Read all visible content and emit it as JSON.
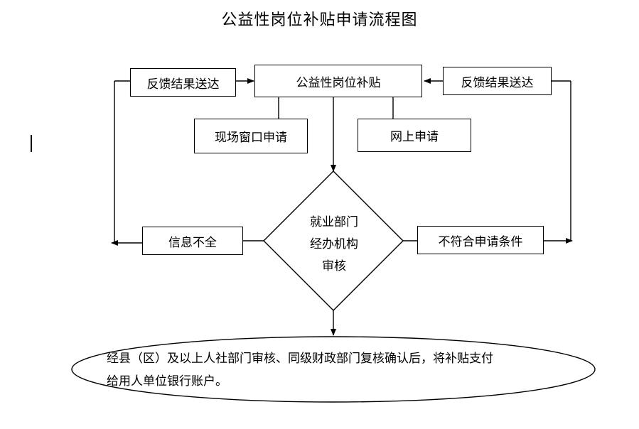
{
  "title": "公益性岗位补贴申请流程图",
  "nodes": {
    "main": "公益性岗位补贴",
    "feedback_left": "反馈结果送达",
    "feedback_right": "反馈结果送达",
    "onsite": "现场窗口申请",
    "online": "网上申请",
    "review_line1": "就业部门",
    "review_line2": "经办机构",
    "review_line3": "审核",
    "incomplete": "信息不全",
    "not_qualified": "不符合申请条件",
    "final_line1": "经县（区）及以上人社部门审核、同级财政部门复核确认后，将补贴支付",
    "final_line2": "给用人单位银行账户。"
  }
}
